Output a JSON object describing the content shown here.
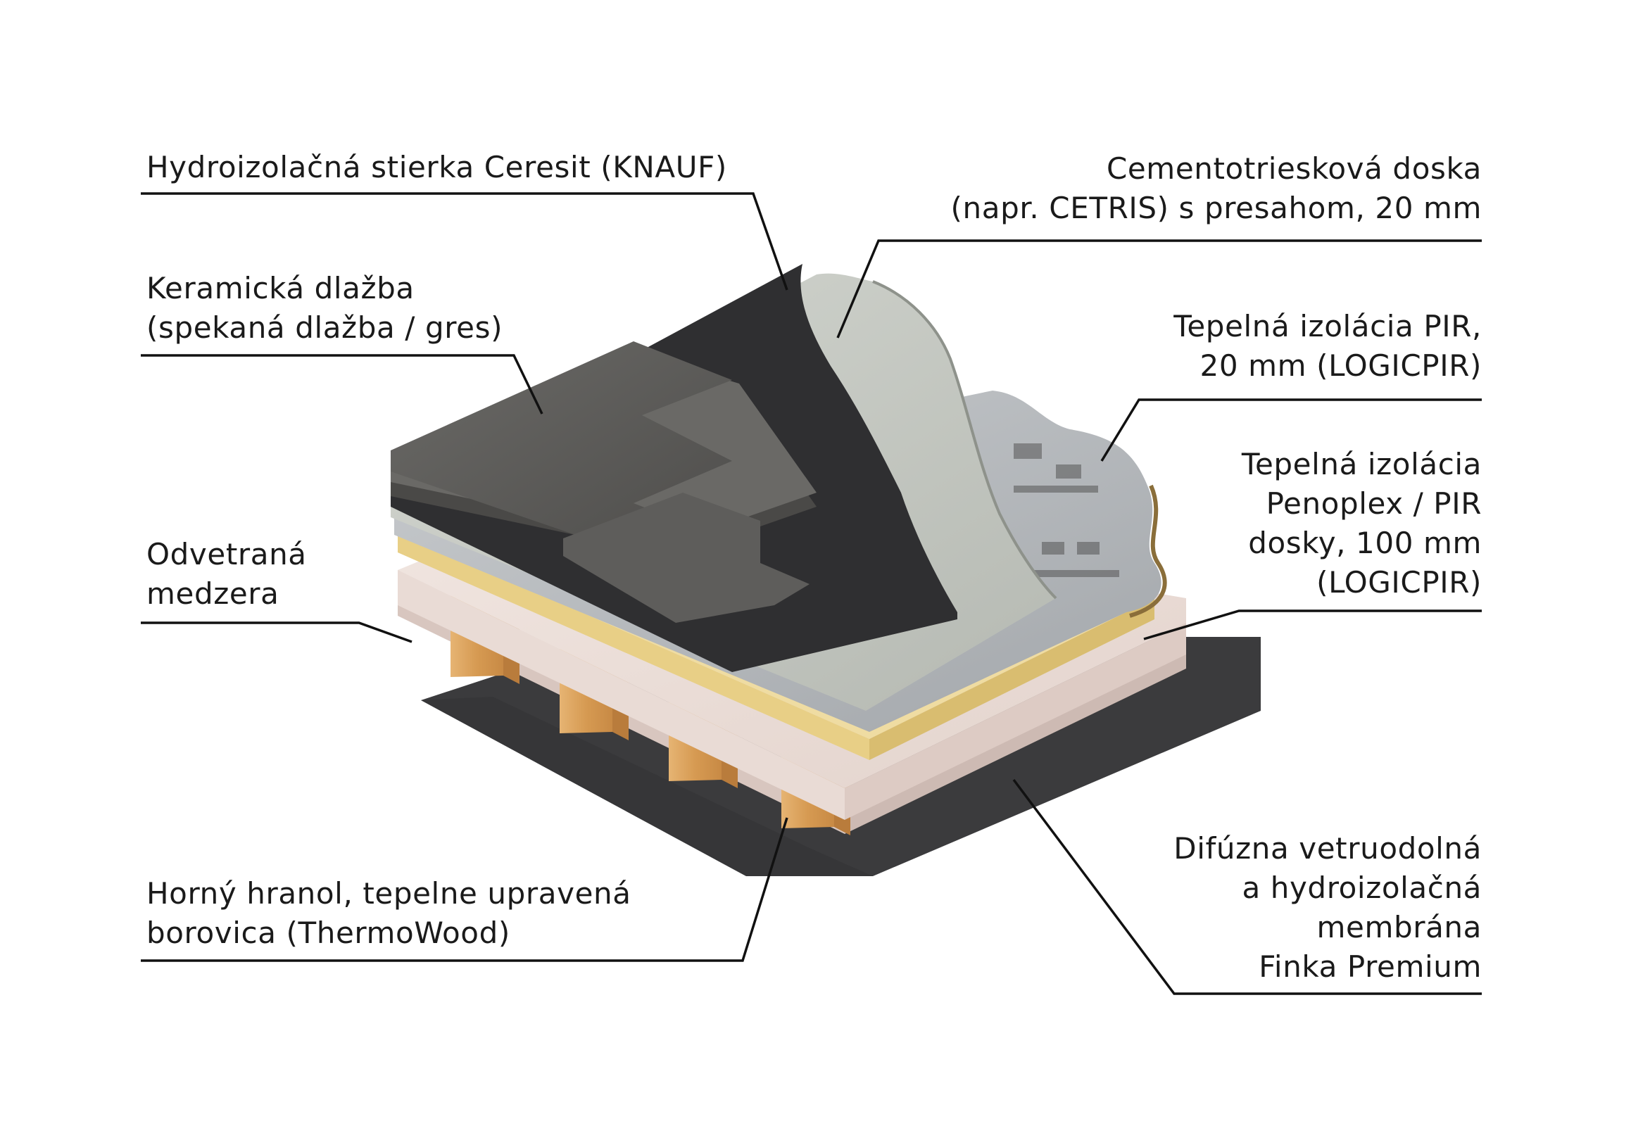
{
  "labels": {
    "hydro_stierka": {
      "line1": "Hydroizolačná stierka Ceresit (KNAUF)"
    },
    "keramicka": {
      "line1": "Keramická dlažba",
      "line2": "(spekaná dlažba / gres)"
    },
    "odvetrana": {
      "line1": "Odvetraná",
      "line2": "medzera"
    },
    "hranol": {
      "line1": "Horný hranol, tepelne upravená",
      "line2": "borovica (ThermoWood)"
    },
    "cetris": {
      "line1": "Cementotriesková doska",
      "line2": "(napr. CETRIS) s presahom, 20 mm"
    },
    "pir20": {
      "line1": "Tepelná izolácia PIR,",
      "line2": "20 mm (LOGICPIR)"
    },
    "pir100": {
      "line1": "Tepelná izolácia",
      "line2": "Penoplex / PIR",
      "line3": "dosky, 100 mm",
      "line4": "(LOGICPIR)"
    },
    "membrana": {
      "line1": "Difúzna vetruodolná",
      "line2": "a hydroizolačná",
      "line3": "membrána",
      "line4": "Finka Premium"
    }
  },
  "colors": {
    "membrane": "#3a3a3c",
    "insulation": "#e6d8d2",
    "beam": "#d9a25e",
    "pir_yellow": "#e9d08a",
    "foil": "#b9bcbf",
    "board": "#c9ccc6",
    "tile": "#5d5c5a",
    "stierka": "#2f2f31",
    "leader": "#111111"
  }
}
